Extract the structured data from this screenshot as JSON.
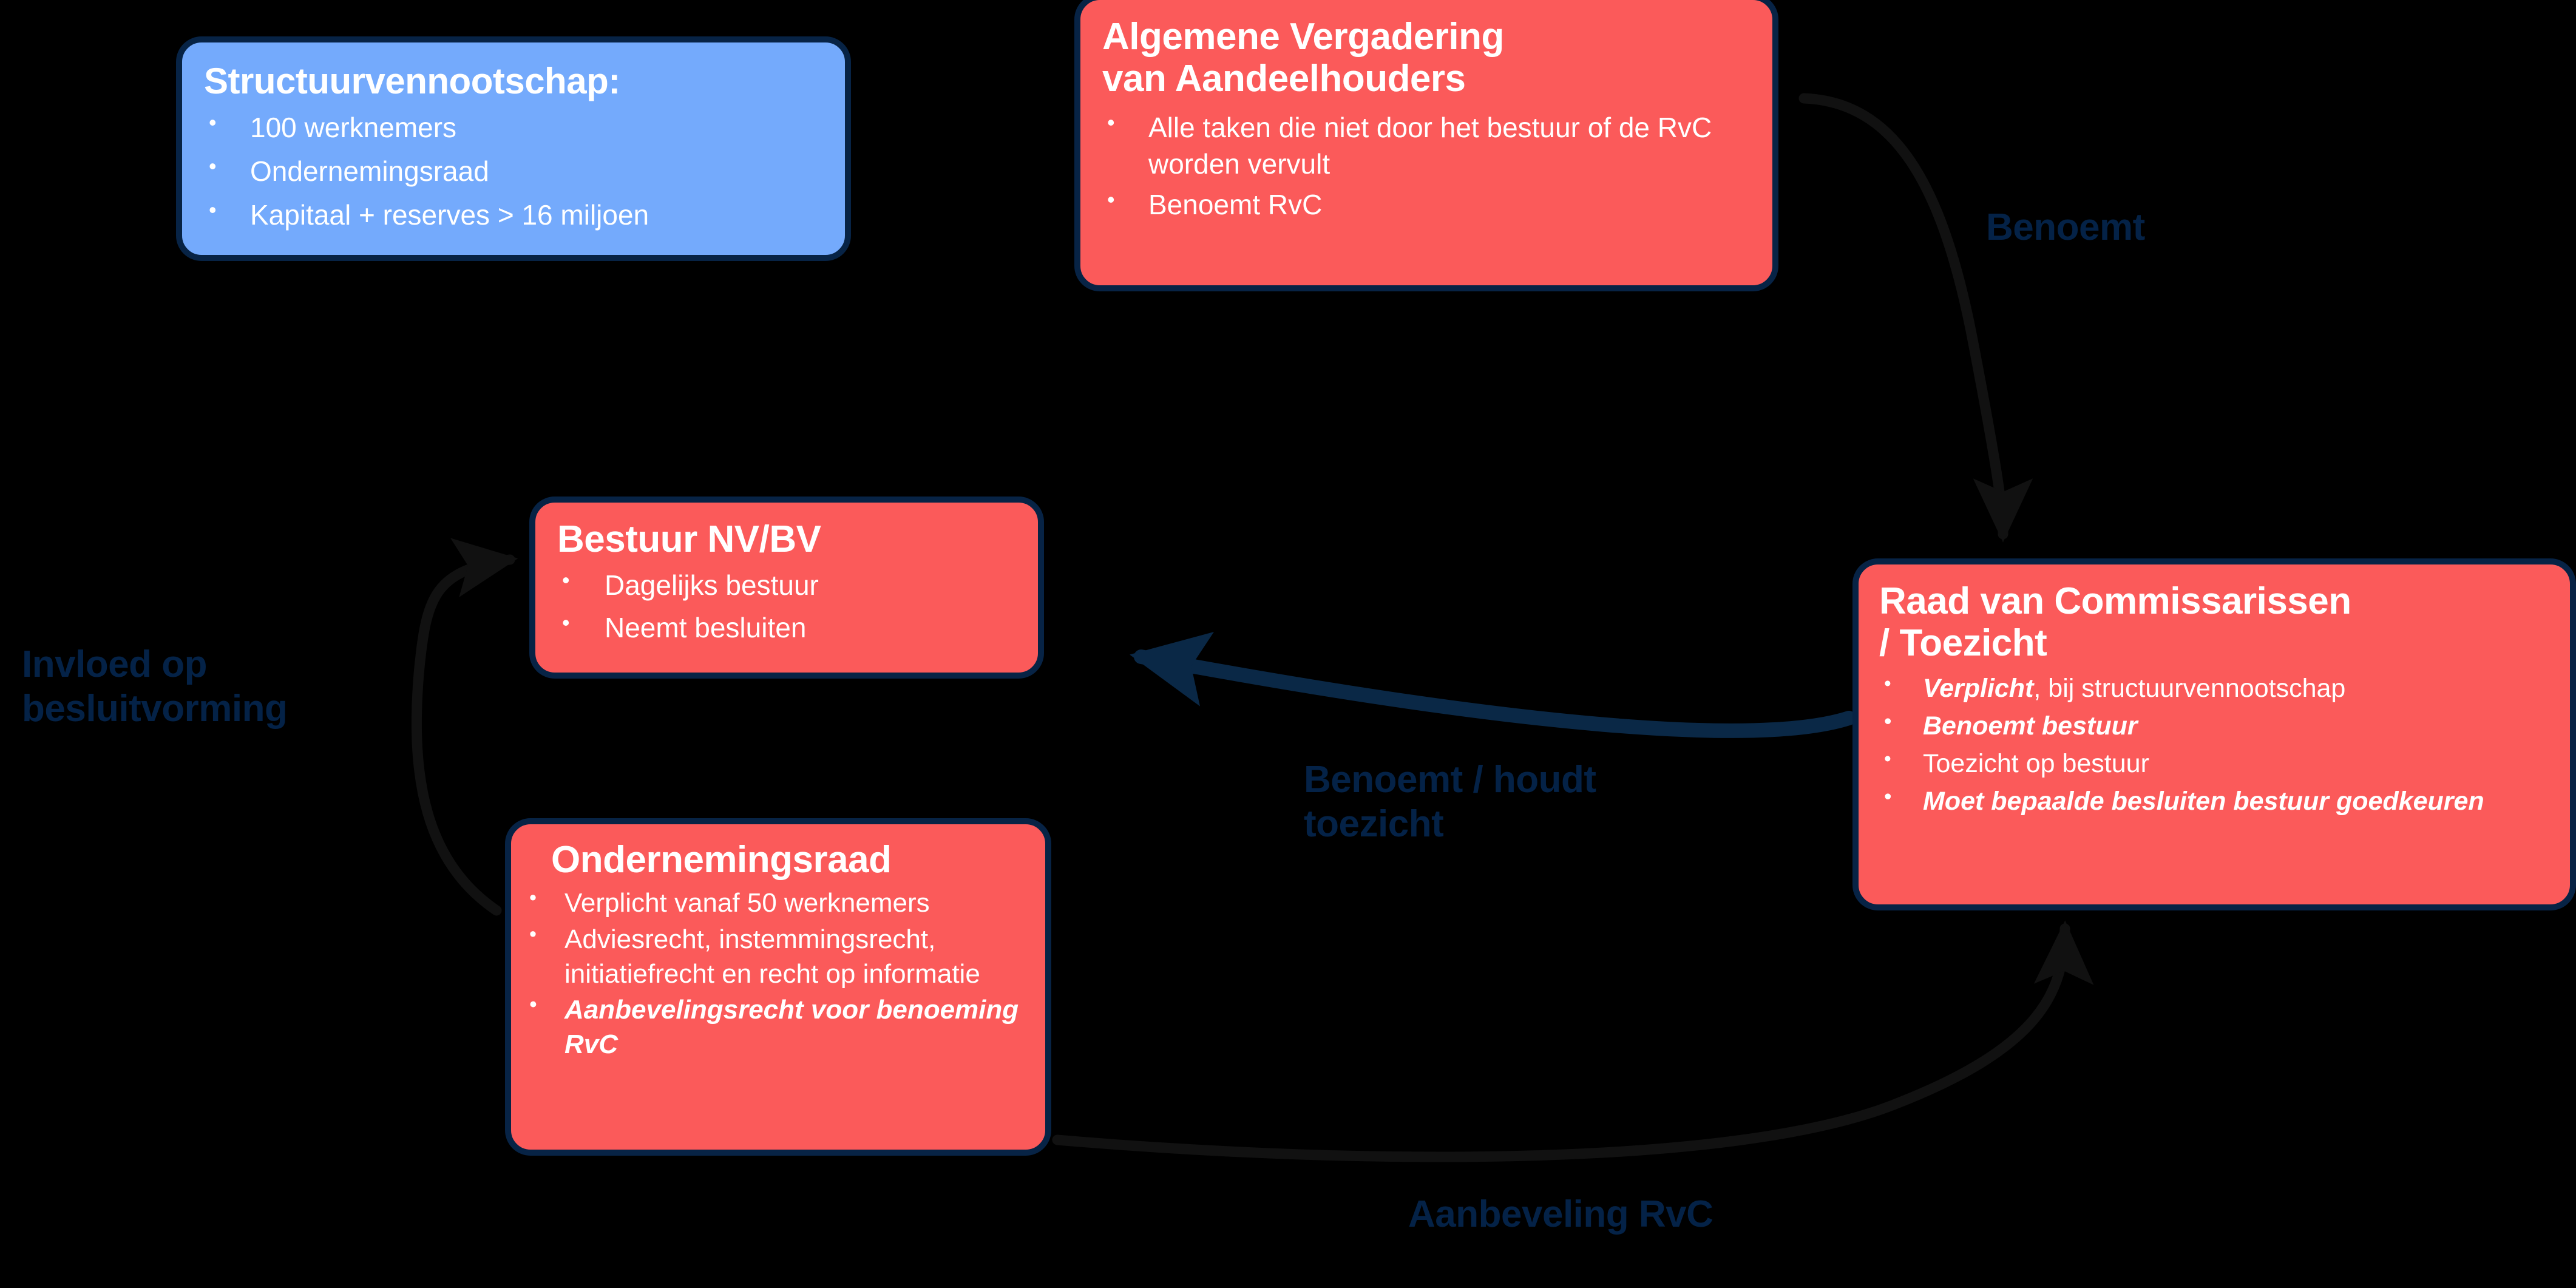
{
  "diagram": {
    "title": "Corporate governance structuur NV/BV",
    "background_color": "#000000",
    "colors": {
      "blue_fill": "#74AAFC",
      "red_fill": "#FB5A5A",
      "border": "#072345",
      "label_text": "#042247",
      "arrow_black": "#111111",
      "arrow_navy": "#0A2846",
      "node_text": "#FFFFFF"
    }
  },
  "nodes": {
    "structuurvennootschap": {
      "title": "Structuurvennootschap:",
      "fill": "#74AAFC",
      "bullets": [
        "100 werknemers",
        "Ondernemingsraad",
        "Kapitaal + reserves > 16 miljoen"
      ]
    },
    "algemene_vergadering": {
      "title": "Algemene Vergadering\nvan Aandeelhouders",
      "fill": "#FB5A5A",
      "bullets": [
        "Alle taken die niet door het bestuur of de RvC worden vervult",
        "Benoemt RvC"
      ]
    },
    "raad_van_commissarissen": {
      "title": "Raad van Commissarissen\n/ Toezicht",
      "fill": "#FB5A5A",
      "bullets": [
        {
          "lead": "Verplicht",
          "rest": ", bij structuurvennootschap",
          "style": "lead-italic"
        },
        {
          "lead": "Benoemt bestuur",
          "rest": "",
          "style": "italic"
        },
        {
          "lead": "",
          "rest": "Toezicht op bestuur",
          "style": "normal"
        },
        {
          "lead": "Moet bepaalde besluiten bestuur goedkeuren",
          "rest": "",
          "style": "italic"
        }
      ]
    },
    "bestuur": {
      "title": "Bestuur NV/BV",
      "fill": "#FB5A5A",
      "bullets": [
        "Dagelijks bestuur",
        "Neemt besluiten"
      ]
    },
    "ondernemingsraad": {
      "title": "Ondernemingsraad",
      "fill": "#FB5A5A",
      "bullets": [
        {
          "text": "Verplicht vanaf 50 werknemers",
          "style": "normal"
        },
        {
          "text": "Adviesrecht, instemmingsrecht, initiatiefrecht en recht op informatie",
          "style": "normal"
        },
        {
          "text": "Aanbevelingsrecht voor benoeming RvC",
          "style": "italic"
        }
      ]
    }
  },
  "arrow_labels": {
    "benoemt": "Benoemt",
    "invloed": "Invloed op\nbesluitvorming",
    "benoemt_houdt_toezicht": "Benoemt / houdt\ntoezicht",
    "aanbeveling": "Aanbeveling RvC"
  },
  "arrows": [
    {
      "name": "ava-to-rvc",
      "label": "Benoemt",
      "from": "algemene_vergadering",
      "to": "raad_van_commissarissen",
      "color": "#111111"
    },
    {
      "name": "rvc-to-bestuur",
      "label": "Benoemt / houdt toezicht",
      "from": "raad_van_commissarissen",
      "to": "bestuur",
      "color": "#0A2846"
    },
    {
      "name": "or-to-rvc",
      "label": "Aanbeveling RvC",
      "from": "ondernemingsraad",
      "to": "raad_van_commissarissen",
      "color": "#111111"
    },
    {
      "name": "or-to-bestuur",
      "label": "Invloed op besluitvorming",
      "from": "ondernemingsraad",
      "to": "bestuur",
      "color": "#111111"
    }
  ]
}
